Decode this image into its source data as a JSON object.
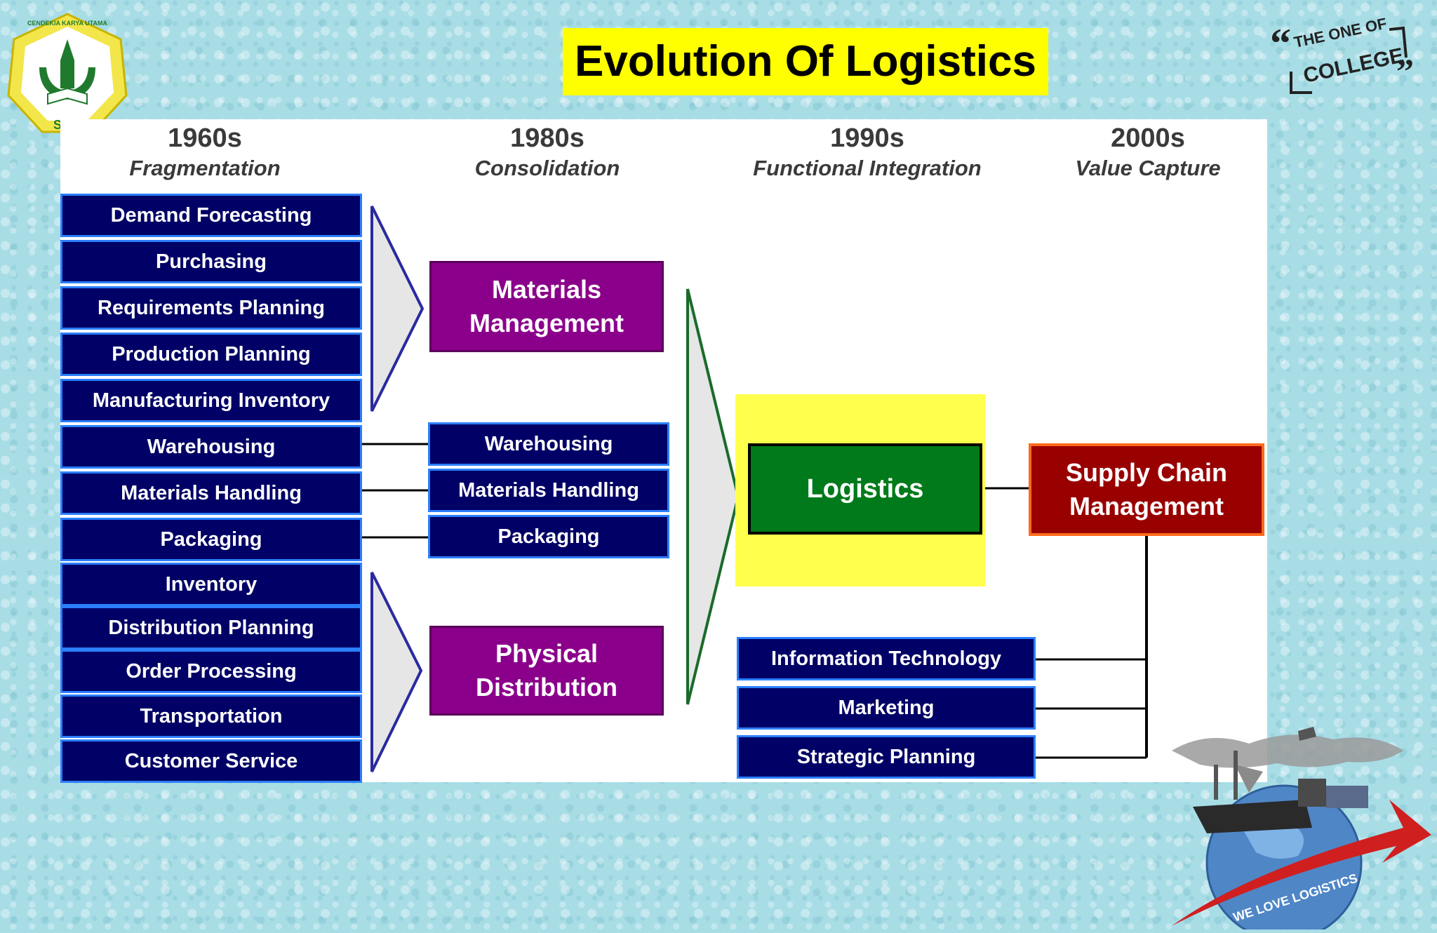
{
  "title": "Evolution Of Logistics",
  "logos": {
    "stie": {
      "arc_text": "CENDEKIA KARYA UTAMA",
      "bottom_text": "STIE"
    },
    "college": {
      "line1": "THE ONE OF",
      "line2": "COLLEGE"
    },
    "we_love_logistics": "WE LOVE LOGISTICS"
  },
  "eras": [
    {
      "year": "1960s",
      "phase": "Fragmentation"
    },
    {
      "year": "1980s",
      "phase": "Consolidation"
    },
    {
      "year": "1990s",
      "phase": "Functional Integration"
    },
    {
      "year": "2000s",
      "phase": "Value Capture"
    }
  ],
  "fragmentation_items": [
    "Demand Forecasting",
    "Purchasing",
    "Requirements Planning",
    "Production Planning",
    "Manufacturing Inventory",
    "Warehousing",
    "Materials Handling",
    "Packaging",
    "Inventory",
    "Distribution Planning",
    "Order Processing",
    "Transportation",
    "Customer Service"
  ],
  "consolidation": {
    "materials_management": "Materials Management",
    "warehousing": "Warehousing",
    "materials_handling": "Materials Handling",
    "packaging": "Packaging",
    "physical_distribution": "Physical Distribution"
  },
  "integration": {
    "logistics": "Logistics",
    "supporting": [
      "Information Technology",
      "Marketing",
      "Strategic Planning"
    ]
  },
  "value_capture": {
    "scm": "Supply Chain Management"
  },
  "colors": {
    "navy_box": "#000066",
    "purple_box": "#8b008b",
    "logistics_green": "#007a1a",
    "highlight_yellow": "#ffff4d",
    "scm_red": "#990000",
    "title_bg": "#ffff00"
  }
}
